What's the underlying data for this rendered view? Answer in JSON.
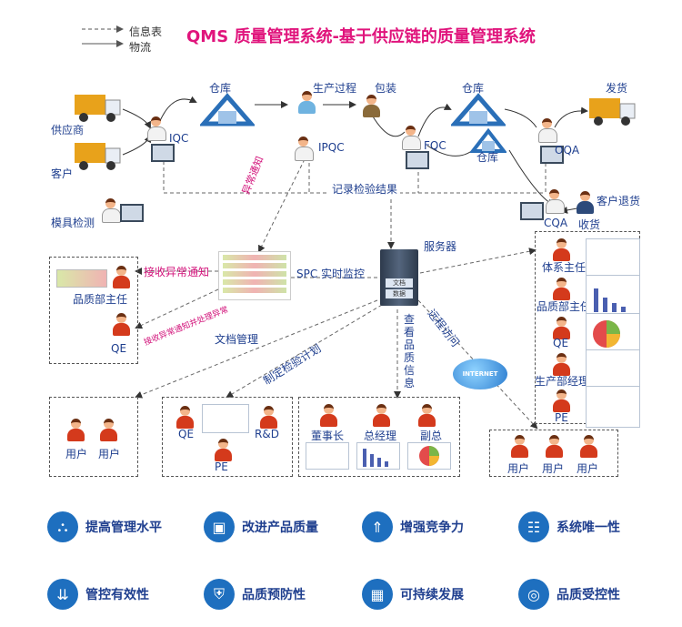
{
  "title": "QMS 质量管理系统-基于供应链的质量管理系统",
  "legend": {
    "info": "信息表",
    "flow": "物流"
  },
  "nodes": {
    "supplier": "供应商",
    "customer": "客户",
    "mold_check": "模具检测",
    "iqc": "IQC",
    "ipqc": "IPQC",
    "fqc": "FQC",
    "oqa": "OQA",
    "cqa": "CQA",
    "warehouse1": "仓库",
    "production": "生产过程",
    "package": "包装",
    "warehouse2": "仓库",
    "warehouse3": "仓库",
    "ship": "发货",
    "customer_return": "客户退货",
    "receive": "收货",
    "record": "记录检验结果",
    "server": "服务器",
    "spc": "SPC 实时监控",
    "abnormal": "异常通知",
    "receive_abnormal": "接收异常通知",
    "receive_handle": "接收异常通知并处理异常",
    "doc_mgmt": "文档管理",
    "plan": "制定检验计划",
    "view_quality": "查看品质信息",
    "remote": "远程访问",
    "internet": "INTERNET",
    "server_doc": "文档",
    "server_data": "数据"
  },
  "left_box": {
    "qa_head": "品质部主任",
    "qe": "QE"
  },
  "right_box": {
    "sys_head": "体系主任",
    "qa_head": "品质部主任",
    "qe": "QE",
    "prod_mgr": "生产部经理",
    "pe": "PE"
  },
  "users_left": [
    "用户",
    "用户"
  ],
  "mid_box": {
    "qe": "QE",
    "rd": "R&D",
    "pe": "PE"
  },
  "exec_box": {
    "chairman": "董事长",
    "gm": "总经理",
    "vp": "副总"
  },
  "users_right": [
    "用户",
    "用户",
    "用户"
  ],
  "features": [
    {
      "label": "提高管理水平",
      "icon": "org-icon"
    },
    {
      "label": "改进产品质量",
      "icon": "monitor-icon"
    },
    {
      "label": "增强竞争力",
      "icon": "growth-icon"
    },
    {
      "label": "系统唯一性",
      "icon": "hierarchy-icon"
    },
    {
      "label": "管控有效性",
      "icon": "arrows-icon"
    },
    {
      "label": "品质预防性",
      "icon": "shield-icon"
    },
    {
      "label": "可持续发展",
      "icon": "calendar-icon"
    },
    {
      "label": "品质受控性",
      "icon": "target-icon"
    }
  ]
}
